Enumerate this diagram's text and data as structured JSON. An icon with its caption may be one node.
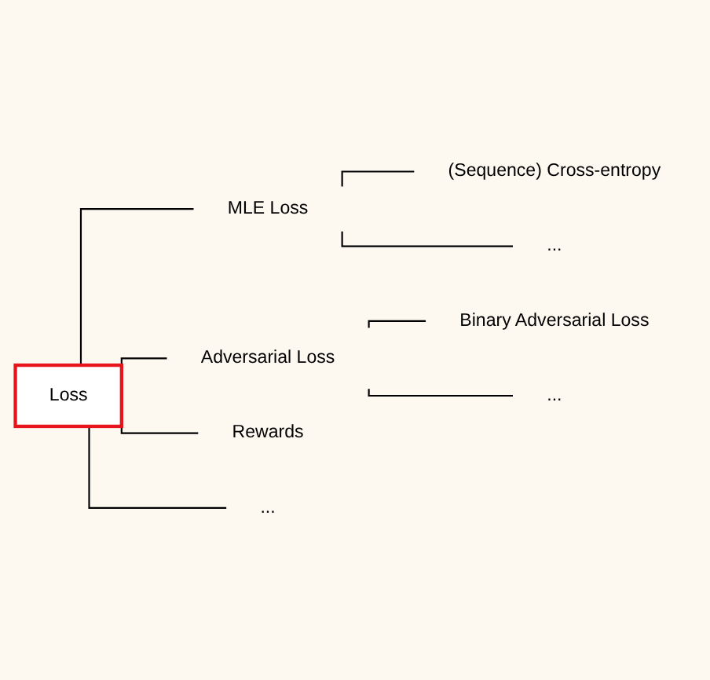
{
  "diagram": {
    "nodes": [
      {
        "text": [
          "Loss"
        ]
      },
      {
        "text": [
          "MLE Loss"
        ]
      },
      {
        "text": [
          "(Sequence) Cross-entropy"
        ]
      },
      {
        "text": [
          "..."
        ]
      },
      {
        "text": [
          "Adversarial Loss"
        ]
      },
      {
        "text": [
          "Binary Adversarial Loss"
        ]
      },
      {
        "text": [
          "..."
        ]
      },
      {
        "text": [
          "Rewards"
        ]
      },
      {
        "text": [
          "..."
        ]
      }
    ],
    "edges": [
      {
        "from": 0,
        "to": 1,
        "arrow": "none"
      },
      {
        "from": 1,
        "to": 2,
        "arrow": "none"
      },
      {
        "from": 1,
        "to": 3,
        "arrow": "none"
      },
      {
        "from": 0,
        "to": 4,
        "arrow": "none"
      },
      {
        "from": 4,
        "to": 5,
        "arrow": "none"
      },
      {
        "from": 4,
        "to": 6,
        "arrow": "none"
      },
      {
        "from": 0,
        "to": 7,
        "arrow": "none"
      },
      {
        "from": 0,
        "to": 8,
        "arrow": "none"
      }
    ]
  }
}
